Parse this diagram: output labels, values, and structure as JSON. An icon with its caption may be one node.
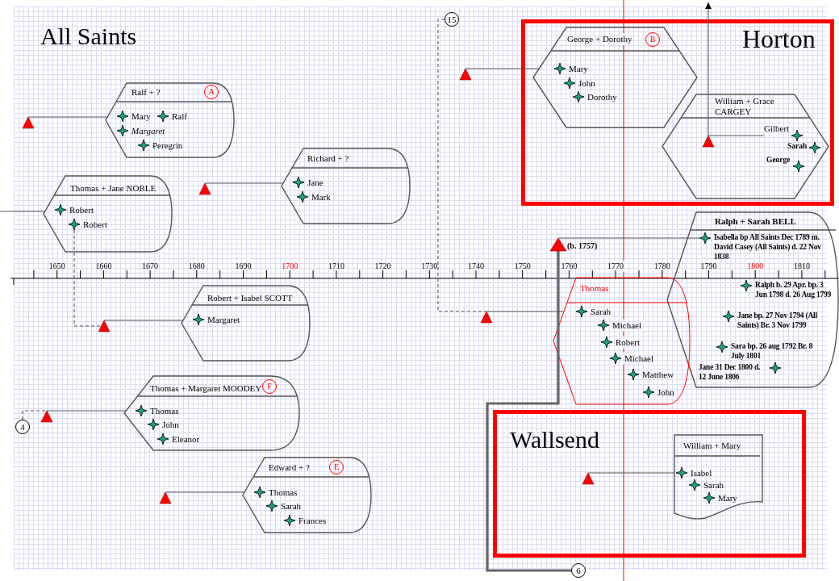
{
  "diagram": {
    "nodes": [
      {
        "text": [
          "15"
        ]
      },
      {
        "text": [
          "Horton"
        ]
      },
      {
        "text": [
          "George + Dorothy",
          "B"
        ],
        "in": 1
      },
      {
        "text": [
          "Mary"
        ],
        "in": 2
      },
      {
        "text": [
          "John"
        ],
        "in": 2
      },
      {
        "text": [
          "Dorothy"
        ],
        "in": 2
      },
      {
        "text": [
          "William + Grace CARGEY"
        ],
        "in": 1
      },
      {
        "text": [],
        "shape": "triangle",
        "in": 6
      },
      {
        "text": [
          "Gilbert"
        ],
        "in": 6
      },
      {
        "text": [
          "Sarah"
        ],
        "in": 6
      },
      {
        "text": [
          "George"
        ],
        "in": 6
      },
      {
        "text": [],
        "shape": "triangle"
      },
      {
        "text": [],
        "shape": "triangle"
      },
      {
        "text": [
          "Ralf + ?",
          "A"
        ]
      },
      {
        "text": [
          "Mary"
        ],
        "in": 13
      },
      {
        "text": [
          "Ralf"
        ],
        "in": 13
      },
      {
        "text": [
          "Margaret"
        ],
        "in": 13
      },
      {
        "text": [
          "Peregrin"
        ],
        "in": 13
      },
      {
        "text": [],
        "shape": "triangle"
      },
      {
        "text": [
          "Richard + ?"
        ]
      },
      {
        "text": [
          "Jane"
        ],
        "in": 19
      },
      {
        "text": [
          "Mark"
        ],
        "in": 19
      },
      {
        "text": [
          "Thomas + Jane NOBLE"
        ]
      },
      {
        "text": [
          "Robert"
        ],
        "in": 22
      },
      {
        "text": [
          "Robert"
        ],
        "in": 22
      },
      {
        "text": [
          "Ralph + Sarah BELL"
        ]
      },
      {
        "text": [
          "Isabella bp All Saints Dec 1789 m. David Casey (All Saints) d. 22 Nov 1838"
        ],
        "in": 25
      },
      {
        "text": [
          "Ralph b. 29 Apr. bp. 3 Jun 1798 d. 26 Aug 1799"
        ],
        "in": 25
      },
      {
        "text": [
          "Jane bp. 27 Nov 1794 (All Saints) Br. 3 Nov 1799"
        ],
        "in": 25
      },
      {
        "text": [
          "Sara bp. 26 aug 1792 Br. 8 July 1801"
        ],
        "in": 25
      },
      {
        "text": [
          "Jane 31 Dec 1800 d. 12 June 1806"
        ],
        "in": 25
      },
      {
        "text": [],
        "shape": "triangle",
        "beside": [
          "(b. 1757)"
        ]
      },
      {
        "text": [
          "Robert + Isabel SCOTT"
        ]
      },
      {
        "text": [
          "Margaret"
        ],
        "in": 32
      },
      {
        "text": [],
        "shape": "triangle"
      },
      {
        "text": [],
        "shape": "triangle"
      },
      {
        "text": [
          "Thomas"
        ]
      },
      {
        "text": [
          "Sarah"
        ],
        "in": 36
      },
      {
        "text": [
          "Michael"
        ],
        "in": 36
      },
      {
        "text": [
          "Robert"
        ],
        "in": 36
      },
      {
        "text": [
          "Michael"
        ],
        "in": 36
      },
      {
        "text": [
          "Matthew"
        ],
        "in": 36
      },
      {
        "text": [
          "John"
        ],
        "in": 36
      },
      {
        "text": [
          "4"
        ]
      },
      {
        "text": [],
        "shape": "triangle"
      },
      {
        "text": [
          "Thomas + Margaret MOODEY",
          "F"
        ]
      },
      {
        "text": [
          "Thomas"
        ],
        "in": 45
      },
      {
        "text": [
          "John"
        ],
        "in": 45
      },
      {
        "text": [
          "Eleanor"
        ],
        "in": 45
      },
      {
        "text": [
          "Edward + ?",
          "E"
        ]
      },
      {
        "text": [
          "Thomas"
        ],
        "in": 49
      },
      {
        "text": [
          "Sarah"
        ],
        "in": 49
      },
      {
        "text": [
          "Frances"
        ],
        "in": 49
      },
      {
        "text": [],
        "shape": "triangle"
      },
      {
        "text": [
          "Wallsend"
        ]
      },
      {
        "text": [
          "William + Mary"
        ],
        "in": 54
      },
      {
        "text": [
          "Isabel"
        ],
        "in": 55
      },
      {
        "text": [
          "Sarah"
        ],
        "in": 55
      },
      {
        "text": [
          "Mary"
        ],
        "in": 55
      },
      {
        "text": [],
        "shape": "triangle",
        "in": 54
      },
      {
        "text": [
          "6"
        ]
      }
    ],
    "edges": [
      {
        "from": 11,
        "to": 2,
        "arrow": "none"
      },
      {
        "from": 7,
        "to": 8,
        "arrow": "none"
      },
      {
        "from": 7,
        "to": null,
        "arrow": "to"
      },
      {
        "from": 12,
        "to": 13,
        "arrow": "none"
      },
      {
        "from": 18,
        "to": 19,
        "arrow": "none"
      },
      {
        "from": null,
        "to": 22,
        "arrow": "none"
      },
      {
        "from": 24,
        "to": 34,
        "arrow": "none",
        "style": "dashed"
      },
      {
        "from": 34,
        "to": 32,
        "arrow": "none"
      },
      {
        "from": 31,
        "to": 26,
        "arrow": "none"
      },
      {
        "from": 31,
        "to": 60,
        "arrow": "none",
        "style": "thick"
      },
      {
        "from": 0,
        "to": 35,
        "arrow": "none",
        "style": "dashed"
      },
      {
        "from": 35,
        "to": 36,
        "arrow": "none"
      },
      {
        "from": 43,
        "to": 44,
        "arrow": "none",
        "style": "dashed"
      },
      {
        "from": 44,
        "to": 45,
        "arrow": "none"
      },
      {
        "from": 53,
        "to": 49,
        "arrow": "none"
      },
      {
        "from": 59,
        "to": 55,
        "arrow": "none"
      }
    ],
    "labels": [
      "All Saints",
      "1650",
      "1660",
      "1670",
      "1680",
      "1690",
      "1700",
      "1710",
      "1720",
      "1730",
      "1740",
      "1750",
      "1760",
      "1770",
      "1780",
      "1790",
      "1800",
      "1810"
    ]
  }
}
